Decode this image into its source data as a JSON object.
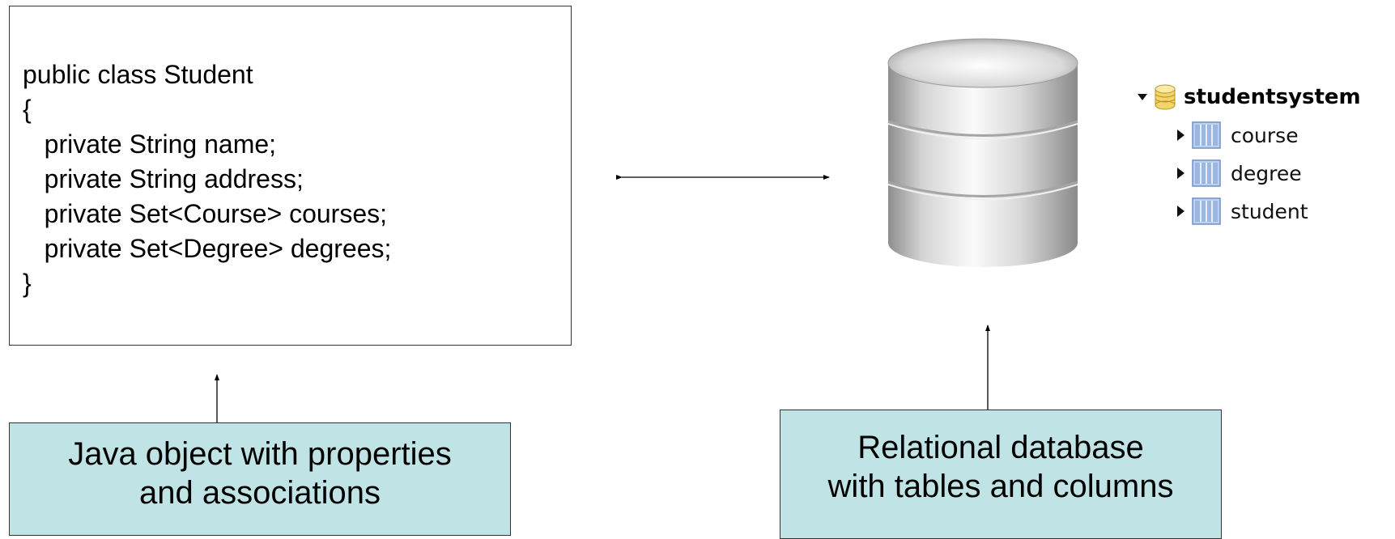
{
  "code": {
    "lines": [
      "public class Student",
      "{",
      "   private String name;",
      "   private String address;",
      "   private Set<Course> courses;",
      "   private Set<Degree> degrees;",
      "}"
    ]
  },
  "captions": {
    "left": [
      "Java object with properties",
      "and associations"
    ],
    "right": [
      "Relational database",
      "with tables and columns"
    ]
  },
  "db_tree": {
    "root": "studentsystem",
    "tables": [
      "course",
      "degree",
      "student"
    ],
    "icons": {
      "root": "database-icon",
      "table": "table-icon",
      "expanded": "triangle-down-icon",
      "collapsed": "triangle-right-icon"
    }
  },
  "colors": {
    "caption_fill": "#c0e4e6",
    "border": "#333333",
    "table_icon": "#9bb6e0",
    "db_icon": "#f2d46a"
  }
}
